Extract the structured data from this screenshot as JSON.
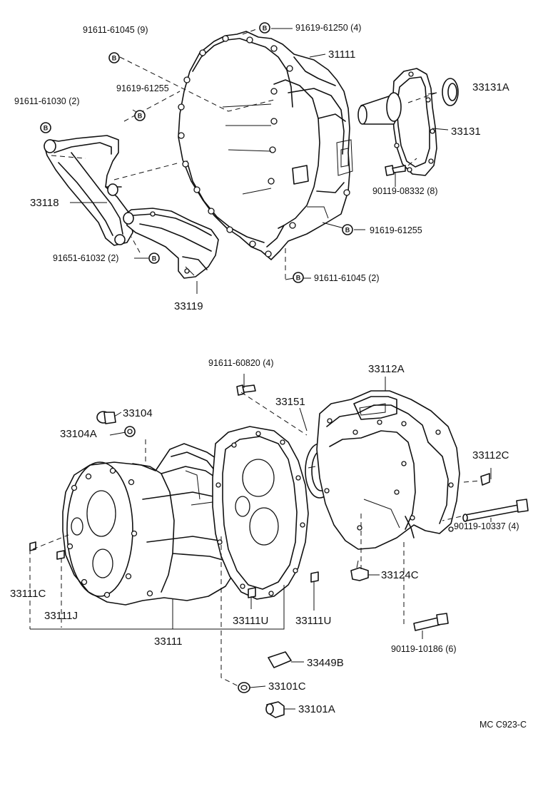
{
  "labels": {
    "p_91611_61045_9": "91611-61045 (9)",
    "p_91619_61250_4": "91619-61250 (4)",
    "p_31111": "31111",
    "p_33131A": "33131A",
    "p_91619_61255_top": "91619-61255",
    "p_91611_61030_2": "91611-61030 (2)",
    "p_33131": "33131",
    "p_33118": "33118",
    "p_90119_08332_8": "90119-08332 (8)",
    "p_91619_61255_right": "91619-61255",
    "p_91651_61032_2": "91651-61032 (2)",
    "p_91611_61045_2": "91611-61045 (2)",
    "p_33119": "33119",
    "p_91611_60820_4": "91611-60820 (4)",
    "p_33112A": "33112A",
    "p_33151": "33151",
    "p_33104": "33104",
    "p_33104A": "33104A",
    "p_33112C": "33112C",
    "p_90119_10337_4": "90119-10337 (4)",
    "p_33111C": "33111C",
    "p_33124C": "33124C",
    "p_33111J": "33111J",
    "p_33111U_a": "33111U",
    "p_33111U_b": "33111U",
    "p_33111": "33111",
    "p_90119_10186_6": "90119-10186 (6)",
    "p_33449B": "33449B",
    "p_33101C": "33101C",
    "p_33101A": "33101A",
    "diagram_code": "MC  C923-C"
  },
  "badge_letter": "B"
}
